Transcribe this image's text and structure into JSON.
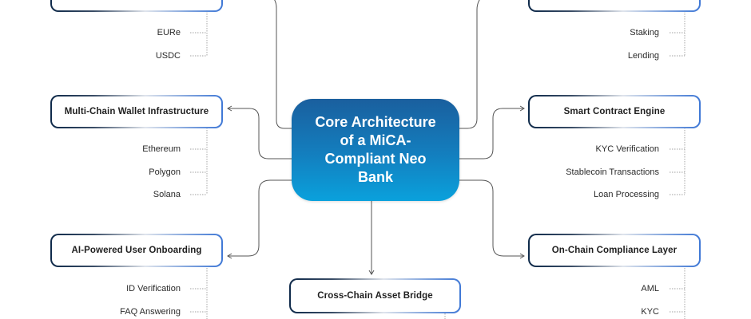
{
  "center": {
    "title": "Core Architecture of a MiCA-Compliant Neo Bank",
    "gradient_top": "#1a5f9e",
    "gradient_bottom": "#0aa1dc"
  },
  "branches": {
    "top_left": {
      "label": "",
      "leaves": [
        "EURe",
        "USDC"
      ]
    },
    "top_right": {
      "label": "",
      "leaves": [
        "Staking",
        "Lending"
      ]
    },
    "mid_left": {
      "label": "Multi-Chain Wallet Infrastructure",
      "leaves": [
        "Ethereum",
        "Polygon",
        "Solana"
      ]
    },
    "mid_right": {
      "label": "Smart Contract Engine",
      "leaves": [
        "KYC Verification",
        "Stablecoin Transactions",
        "Loan Processing"
      ]
    },
    "low_left": {
      "label": "AI-Powered User Onboarding",
      "leaves": [
        "ID Verification",
        "FAQ Answering"
      ]
    },
    "low_right": {
      "label": "On-Chain Compliance Layer",
      "leaves": [
        "AML",
        "KYC"
      ]
    },
    "bottom": {
      "label": "Cross-Chain Asset Bridge",
      "leaves": []
    }
  },
  "colors": {
    "connector": "#555555",
    "dotted": "#b5b5b5",
    "node_border_dark": "#0f2a4a",
    "node_border_blue": "#3f78d6"
  }
}
